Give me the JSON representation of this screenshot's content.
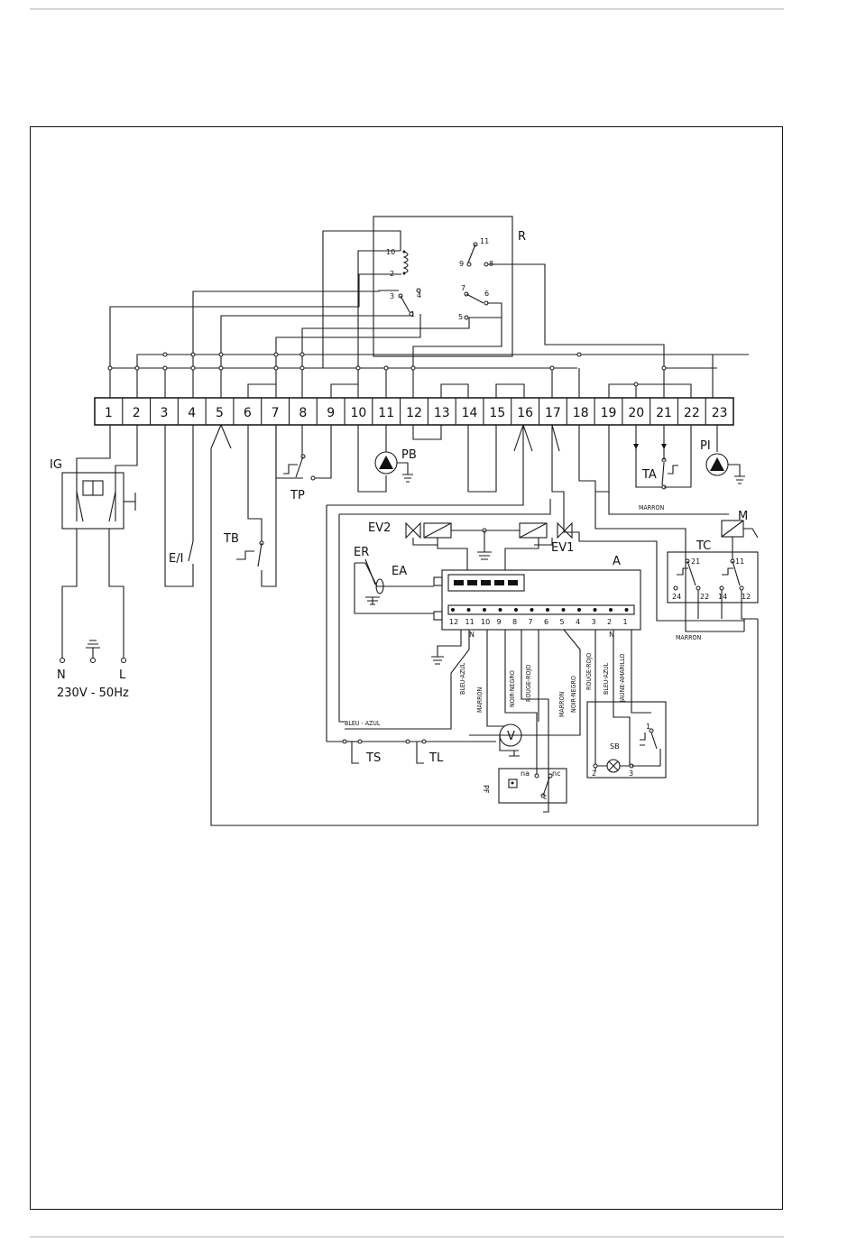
{
  "terminal_block": {
    "numbers": [
      "1",
      "2",
      "3",
      "4",
      "5",
      "6",
      "7",
      "8",
      "9",
      "10",
      "11",
      "12",
      "13",
      "14",
      "15",
      "16",
      "17",
      "18",
      "19",
      "20",
      "21",
      "22",
      "23"
    ]
  },
  "components": {
    "ig": "IG",
    "ei": "E/I",
    "tb": "TB",
    "tp": "TP",
    "pb": "PB",
    "ta": "TA",
    "pi": "PI",
    "r": "R",
    "m": "M",
    "tc": "TC",
    "ev2": "EV2",
    "ev1": "EV1",
    "er": "ER",
    "ea": "EA",
    "a": "A",
    "v": "V",
    "ts": "TS",
    "tl": "TL",
    "pf": "PF",
    "sb": "SB"
  },
  "supply": {
    "n": "N",
    "l": "L",
    "rating": "230V - 50Hz"
  },
  "relay_pins": [
    "10",
    "2",
    "3",
    "4",
    "1",
    "11",
    "9",
    "8",
    "7",
    "6",
    "5"
  ],
  "tc_pins": [
    "21",
    "11",
    "24",
    "22",
    "14",
    "12"
  ],
  "control_unit_pins": [
    "12",
    "11",
    "10",
    "9",
    "8",
    "7",
    "6",
    "5",
    "4",
    "3",
    "2",
    "1"
  ],
  "control_unit_mark_n": [
    "N",
    "N"
  ],
  "wires": {
    "bleu_azul_1": "BLEU-AZUL",
    "marron_1": "MARRON",
    "noir_negro_1": "NOIR-NEGRO",
    "rouge_rojo_1": "ROUGE-ROJO",
    "marron_2": "MARRON",
    "noir_negro_2": "NOIR-NEGRO",
    "rouge_rojo_2": "ROUGE-ROJO",
    "bleu_azul_2": "BLEU-AZUL",
    "jaune_amarillo": "JAUNE-AMARILLO",
    "bleu_azul_bottom": "BLEU - AZUL",
    "marron_top": "MARRON",
    "marron_right": "MARRON"
  },
  "pf_pins": {
    "na": "na",
    "nc": "nc",
    "c": "c"
  },
  "sb_pins": [
    "2",
    "3",
    "1"
  ]
}
